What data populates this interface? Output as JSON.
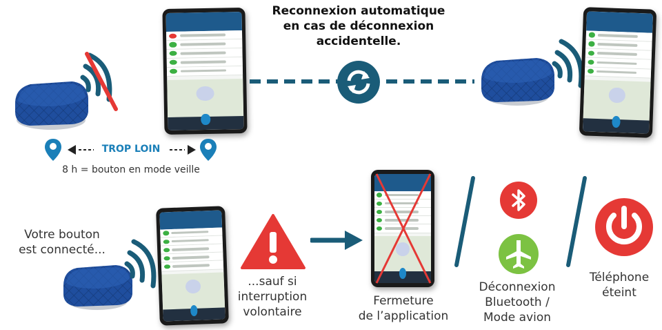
{
  "top": {
    "reconnect_text_1": "Reconnexion automatique",
    "reconnect_text_2": "en cas de déconnexion",
    "reconnect_text_3": "accidentelle.",
    "too_far_label": "TROP LOIN",
    "sleep_text": "8 h = bouton en mode veille"
  },
  "bottom": {
    "connected_text_1": "Votre bouton",
    "connected_text_2": "est connecté...",
    "except_text_1": "...sauf si",
    "except_text_2": "interruption",
    "except_text_3": "volontaire",
    "closing_text_1": "Fermeture",
    "closing_text_2": "de l’application",
    "bt_text_1": "Déconnexion",
    "bt_text_2": "Bluetooth /",
    "bt_text_3": "Mode avion",
    "phone_off_text_1": "Téléphone",
    "phone_off_text_2": "éteint"
  },
  "colors": {
    "device_blue": "#1f4e9e",
    "accent_teal": "#1a5c78",
    "alert_red": "#e53935",
    "airplane_green": "#7cc242",
    "marker_blue": "#1a7fb8"
  },
  "icons": [
    "signal-waves-icon",
    "sync-icon",
    "location-pin-icon",
    "warning-icon",
    "arrow-right-icon",
    "bluetooth-icon",
    "airplane-icon",
    "power-icon"
  ]
}
